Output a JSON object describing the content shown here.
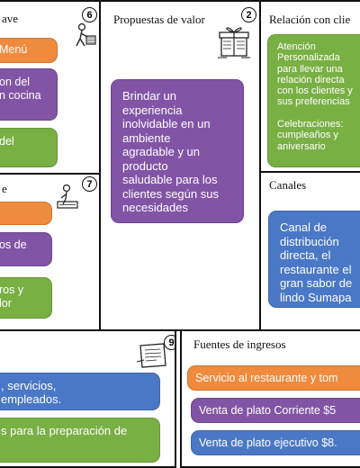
{
  "colors": {
    "orange": "#f08a3c",
    "purple": "#8254a6",
    "green": "#79b044",
    "blue": "#4a78c6"
  },
  "key_activities": {
    "header": "ave",
    "number": "6",
    "icon": "worker-icon",
    "notes": [
      "Menú",
      "on del\nn cocina",
      "del"
    ]
  },
  "value_proposition": {
    "header": "Propuestas de valor",
    "number": "2",
    "icon": "gift-icon",
    "note": "Brindar un\nexperiencia\ninolvidable en un\nambiente\nagradable y un\nproducto\nsaludable para los\nclientes según sus\nnecesidades"
  },
  "customer_relationships": {
    "header": "Relación con clie",
    "note": "Atención\nPersonalizada\npara llevar una\nrelación directa\ncon los clientes y\nsus preferencias\n\nCelebraciones:\ncumpleaños y\naniversario"
  },
  "key_resources": {
    "header": "e",
    "number": "7",
    "icon": "worker-machine-icon",
    "notes": [
      "",
      "os de",
      "ros y\nlor"
    ]
  },
  "channels": {
    "header": "Canales",
    "note": "Canal de\ndistribución\ndirecta, el\nrestaurante el\ngran sabor de\nlindo Sumapa"
  },
  "cost_structure": {
    "number": "9",
    "icon": "receipt-icon",
    "notes": [
      ", servicios,\n empleados.",
      "s para la preparación de"
    ]
  },
  "revenue_streams": {
    "header": "Fuentes de ingresos",
    "notes": [
      "Servicio al restaurante y tom",
      "Venta de plato Corriente $5",
      "Venta de plato ejecutivo $8."
    ]
  }
}
